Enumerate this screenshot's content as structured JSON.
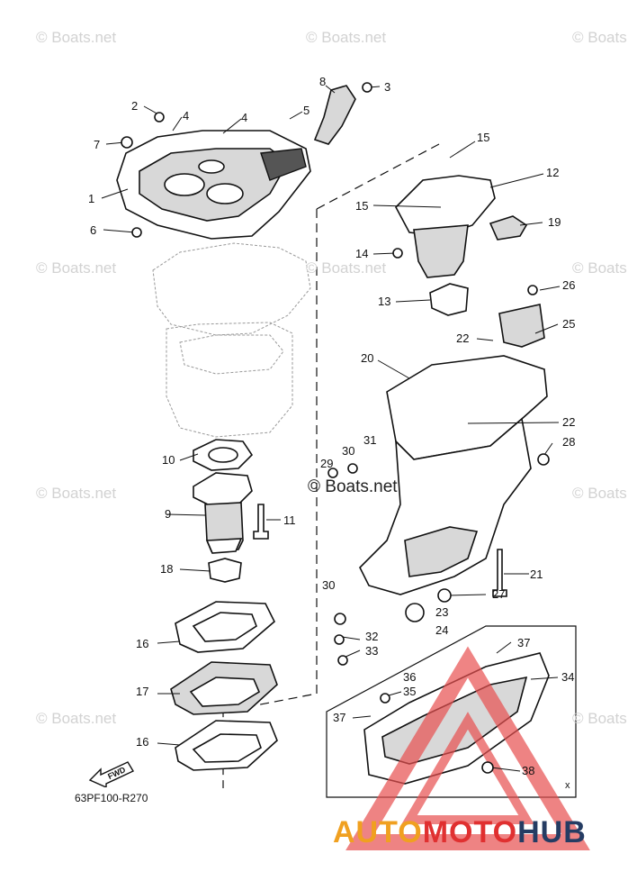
{
  "watermarks": [
    "© Boats.net",
    "© Boats.net",
    "© Boats.net",
    "© Boats.net",
    "© Boats.net",
    "© Boats.net",
    "© Boats.net",
    "© Boats.net",
    "© Boats.net",
    "© Boats.net"
  ],
  "center_watermark": "© Boats.net",
  "figure_code": "63PF100-R270",
  "fwd_label": "FWD",
  "brand": {
    "auto": "AUTO",
    "moto": "MOTO",
    "hub": "HUB"
  },
  "callouts": [
    "1",
    "2",
    "3",
    "4",
    "4",
    "5",
    "6",
    "7",
    "8",
    "9",
    "10",
    "11",
    "12",
    "13",
    "14",
    "15",
    "15",
    "16",
    "16",
    "17",
    "18",
    "19",
    "20",
    "21",
    "22",
    "22",
    "23",
    "24",
    "25",
    "26",
    "27",
    "28",
    "29",
    "30",
    "30",
    "31",
    "32",
    "33",
    "34",
    "35",
    "36",
    "37",
    "37",
    "38"
  ],
  "inset_marker": "x"
}
